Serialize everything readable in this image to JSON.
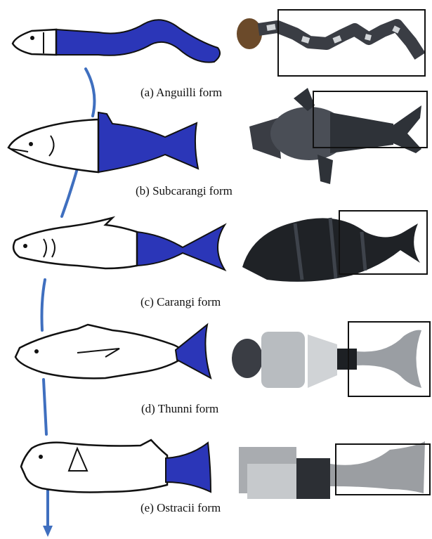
{
  "captions": {
    "a": "(a) Anguilli form",
    "b": "(b) Subcarangi form",
    "c": "(c) Carangi form",
    "d": "(d) Thunni form",
    "e": "(e) Ostracii form"
  },
  "colors": {
    "propulsion_fill": "#2b36b8",
    "arrow": "#3f6fbf",
    "outline": "#111111",
    "robot_dark": "#2a2d33",
    "robot_grey": "#8c9096",
    "robot_light": "#c9cccf"
  }
}
